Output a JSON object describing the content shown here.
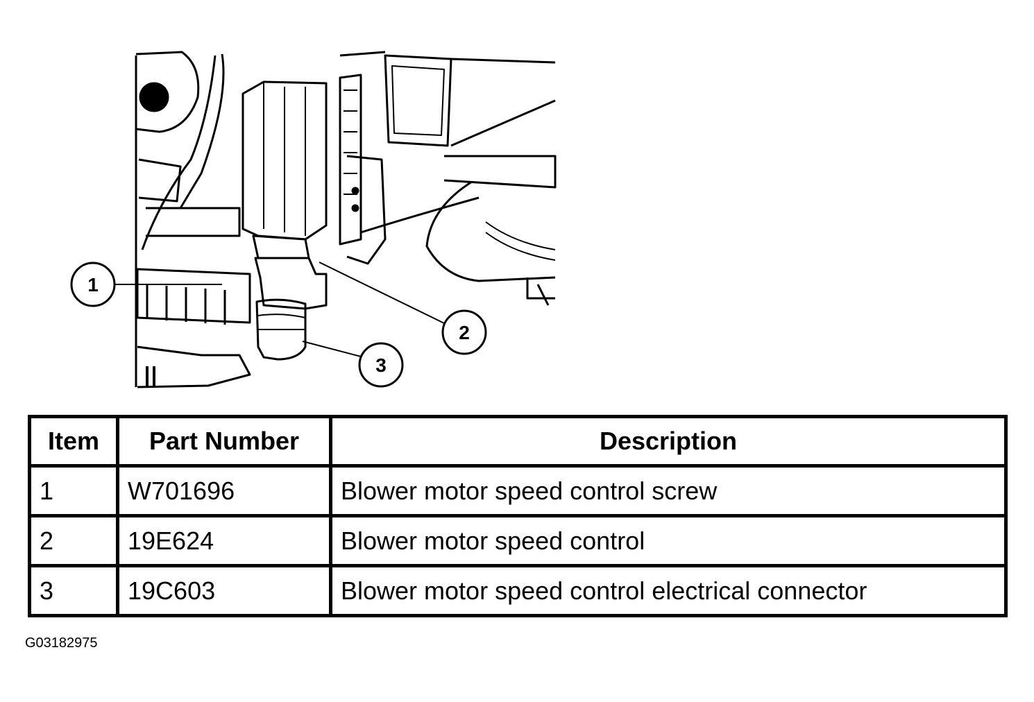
{
  "callouts": [
    "1",
    "2",
    "3"
  ],
  "table": {
    "headers": {
      "item": "Item",
      "part_number": "Part Number",
      "description": "Description"
    },
    "rows": [
      {
        "item": "1",
        "part_number": "W701696",
        "description": "Blower motor speed control screw"
      },
      {
        "item": "2",
        "part_number": "19E624",
        "description": "Blower motor speed control"
      },
      {
        "item": "3",
        "part_number": "19C603",
        "description": "Blower motor speed control electrical connector"
      }
    ]
  },
  "figure_code": "G03182975"
}
